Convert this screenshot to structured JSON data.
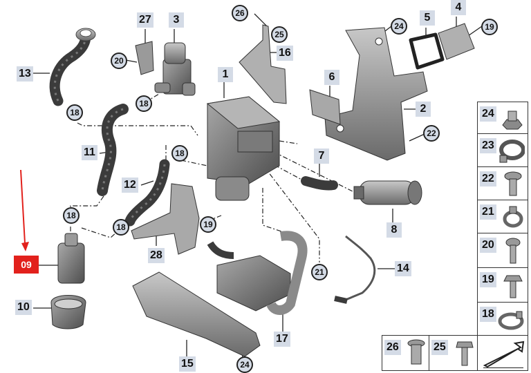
{
  "highlight": {
    "label": "09"
  },
  "callouts": {
    "c1": "1",
    "c2": "2",
    "c3": "3",
    "c4": "4",
    "c5": "5",
    "c6": "6",
    "c7": "7",
    "c8": "8",
    "c10": "10",
    "c11": "11",
    "c12": "12",
    "c13": "13",
    "c14": "14",
    "c15": "15",
    "c16": "16",
    "c17": "17",
    "c27": "27",
    "c28": "28"
  },
  "circled": {
    "r18a": "18",
    "r18b": "18",
    "r18c": "18",
    "r18d": "18",
    "r18e": "18",
    "r19a": "19",
    "r19b": "19",
    "r20": "20",
    "r21": "21",
    "r22": "22",
    "r24a": "24",
    "r24b": "24",
    "r25": "25",
    "r26": "26"
  },
  "panel": {
    "p24": "24",
    "p23": "23",
    "p22": "22",
    "p21": "21",
    "p20": "20",
    "p19": "19",
    "p18": "18",
    "p26": "26",
    "p25": "25"
  },
  "colors": {
    "highlight": "#e2211c",
    "label_bg": "#d4dbe6",
    "part": "#6e6e6e"
  }
}
